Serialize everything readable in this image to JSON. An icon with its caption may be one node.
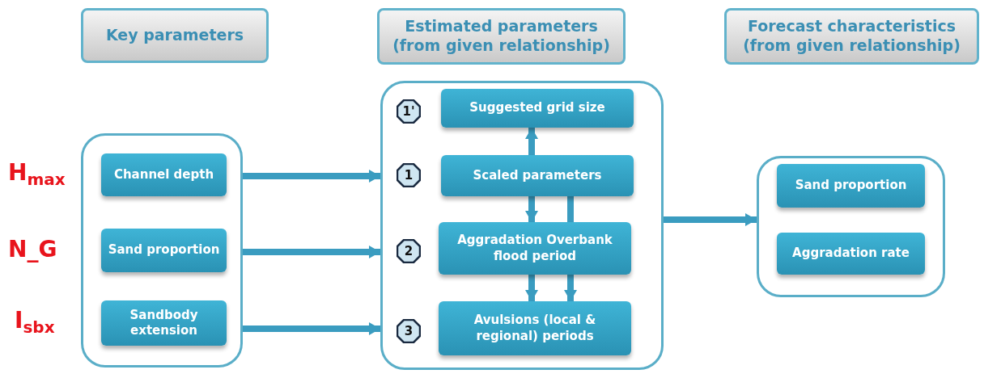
{
  "diagram": {
    "nodes": [
      {
        "text": [
          "Key parameters"
        ]
      },
      {
        "text": [
          "Estimated parameters (from given relationship)"
        ]
      },
      {
        "text": [
          "Forecast characteristics (from given relationship)"
        ]
      },
      {
        "text": [],
        "shape": "box"
      },
      {
        "text": [
          "Channel depth"
        ],
        "in": 3
      },
      {
        "text": [
          "Sand proportion"
        ],
        "in": 3
      },
      {
        "text": [
          "Sandbody extension"
        ],
        "in": 3
      },
      {
        "text": [],
        "shape": "box"
      },
      {
        "text": [
          "1'"
        ],
        "in": 7
      },
      {
        "text": [
          "Suggested grid size"
        ],
        "in": 7
      },
      {
        "text": [
          "1"
        ],
        "in": 7
      },
      {
        "text": [
          "Scaled parameters"
        ],
        "in": 7
      },
      {
        "text": [
          "2"
        ],
        "in": 7
      },
      {
        "text": [
          "Aggradation Overbank flood period"
        ],
        "in": 7
      },
      {
        "text": [
          "3"
        ],
        "in": 7
      },
      {
        "text": [
          "Avulsions (local & regional) periods"
        ],
        "in": 7
      },
      {
        "text": [],
        "shape": "box"
      },
      {
        "text": [
          "Sand proportion"
        ],
        "in": 16
      },
      {
        "text": [
          "Aggradation rate"
        ],
        "in": 16
      }
    ],
    "edges": [
      {
        "from": 3,
        "to": 7,
        "arrow": "to"
      },
      {
        "from": 3,
        "to": 7,
        "arrow": "to"
      },
      {
        "from": 3,
        "to": 7,
        "arrow": "to"
      },
      {
        "from": 7,
        "to": 16,
        "arrow": "to"
      },
      {
        "from": 11,
        "to": 9,
        "arrow": "to"
      },
      {
        "from": 11,
        "to": 13,
        "arrow": "to"
      },
      {
        "from": 11,
        "to": 13,
        "arrow": "none"
      },
      {
        "from": 13,
        "to": 15,
        "arrow": "to"
      },
      {
        "from": 13,
        "to": 15,
        "arrow": "to"
      }
    ],
    "labels": [
      "H$_{max}$",
      "N_G",
      "I$_{sbx}$"
    ]
  }
}
